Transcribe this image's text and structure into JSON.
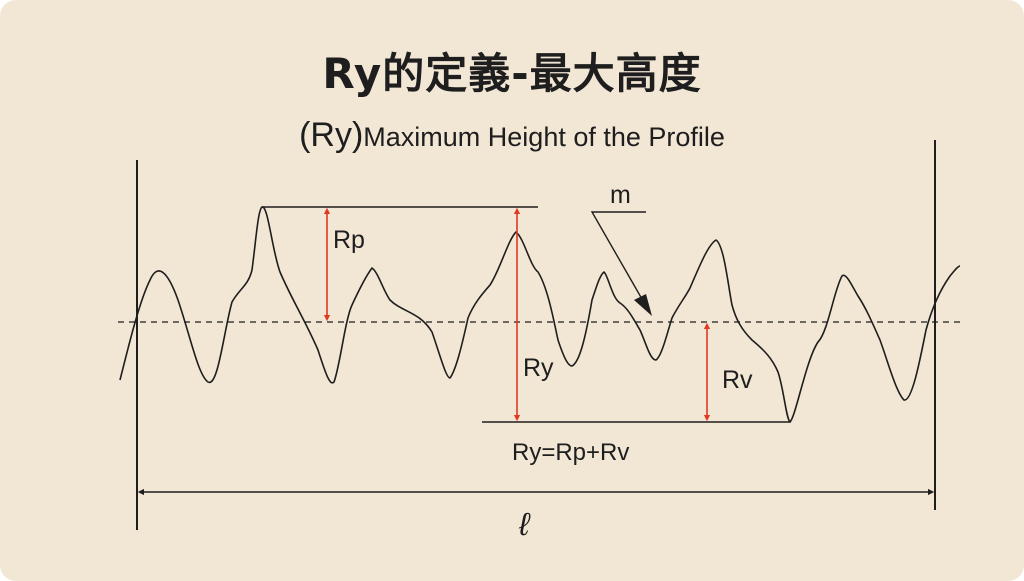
{
  "title": "Ry的定義-最大高度",
  "subtitle": {
    "prefix": "(Ry)",
    "text": "Maximum Height of the Profile"
  },
  "labels": {
    "rp": "Rp",
    "ry": "Ry",
    "rv": "Rv",
    "m": "m",
    "formula": "Ry=Rp+Rv",
    "length": "ℓ"
  },
  "colors": {
    "background": "#f2e6d5",
    "line": "#1e1e1e",
    "arrow": "#e03a22"
  }
}
